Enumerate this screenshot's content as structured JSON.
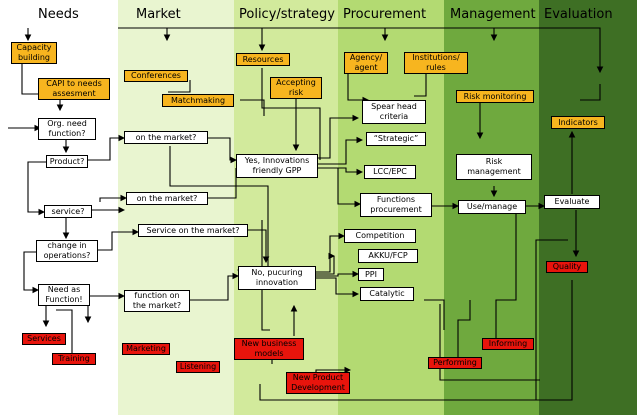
{
  "columns": {
    "needs": "Needs",
    "market": "Market",
    "policy": "Policy/strategy",
    "procurement": "Procurement",
    "management": "Management",
    "evaluation": "Evaluation"
  },
  "colors": {
    "white_box": "#ffffff",
    "orange_box": "#f7b51f",
    "red_box": "#e8140c",
    "market_bg": "#e9f5d0",
    "policy_bg": "#d2ea9c",
    "procurement_bg": "#b3da72",
    "management_bg": "#6fa93e",
    "evaluation_bg": "#3e6f24"
  },
  "boxes": {
    "capacity_building": "Capacity\nbuilding",
    "capi_needs": "CAPI to needs\nassesment",
    "org_need": "Org. need\nfunction?",
    "product": "Product?",
    "service": "service?",
    "change_operations": "change in\noperations?",
    "need_function": "Need as\nFunction!",
    "services": "Services",
    "training": "Training",
    "conferences": "Conferences",
    "matchmaking": "Matchmaking",
    "on_market_1": "on the market?",
    "on_market_2": "on the market?",
    "service_on_market": "Service on the market?",
    "function_on_market": "function on\nthe market?",
    "marketing": "Marketing",
    "listening": "Listening",
    "resources": "Resources",
    "accepting_risk": "Accepting\nrisk",
    "yes_gpp": "Yes, Innovations\nfriendly GPP",
    "no_procuring": "No, pucuring\ninnovation",
    "new_business_models": "New business\nmodels",
    "new_product_development": "New Product\nDevelopment",
    "agency": "Agency/\nagent",
    "institutions": "Institutions/\nrules",
    "spear_head": "Spear head\ncriteria",
    "strategic": "“Strategic”",
    "lcc_epc": "LCC/EPC",
    "functions_procurement": "Functions\nprocurement",
    "competition": "Competition",
    "akku_fcp": "AKKU/FCP",
    "ppi": "PPI",
    "catalytic": "Catalytic",
    "risk_monitoring": "Risk monitoring",
    "risk_management": "Risk\nmanagement",
    "use_manage": "Use/manage",
    "performing": "Performing",
    "informing": "Informing",
    "indicators": "Indicators",
    "evaluate": "Evaluate",
    "quality": "Quality"
  }
}
